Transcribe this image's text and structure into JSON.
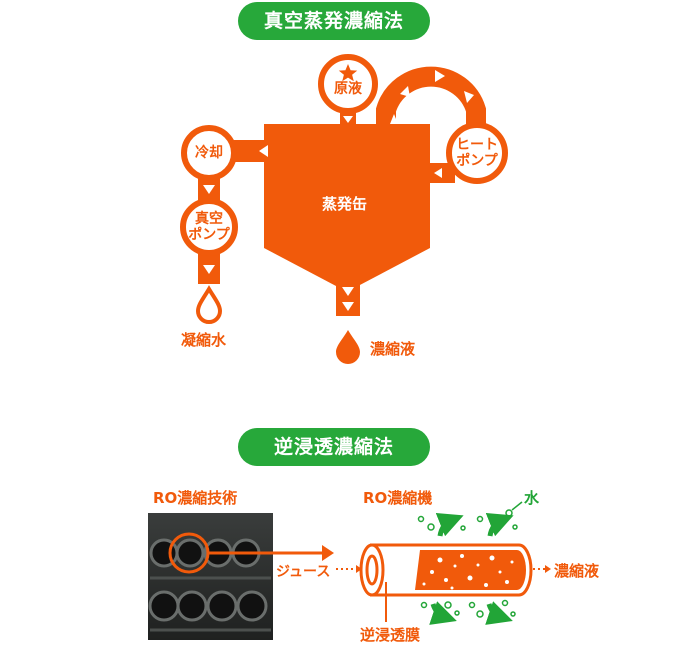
{
  "sections": {
    "evaporation": {
      "title": "真空蒸発濃縮法",
      "nodes": {
        "raw_liquid": "原液",
        "cooling": "冷却",
        "vacuum_pump_line1": "真空",
        "vacuum_pump_line2": "ポンプ",
        "heat_pump_line1": "ヒート",
        "heat_pump_line2": "ポンプ",
        "evaporator": "蒸発缶",
        "condensed_water": "凝縮水",
        "concentrate": "濃縮液"
      }
    },
    "reverse_osmosis": {
      "title": "逆浸透濃縮法",
      "photo_label": "RO濃縮技術",
      "machine_label": "RO濃縮機",
      "water_label": "水",
      "juice_label": "ジュース",
      "concentrate_label": "濃縮液",
      "membrane_label": "逆浸透膜"
    }
  },
  "colors": {
    "orange": "#f15a0b",
    "green": "#27a83a",
    "photo_dark": "#2a2c2b"
  },
  "icons": [
    "star-icon",
    "droplet-icon",
    "arrow-icon",
    "ro-membrane-tube-icon"
  ]
}
